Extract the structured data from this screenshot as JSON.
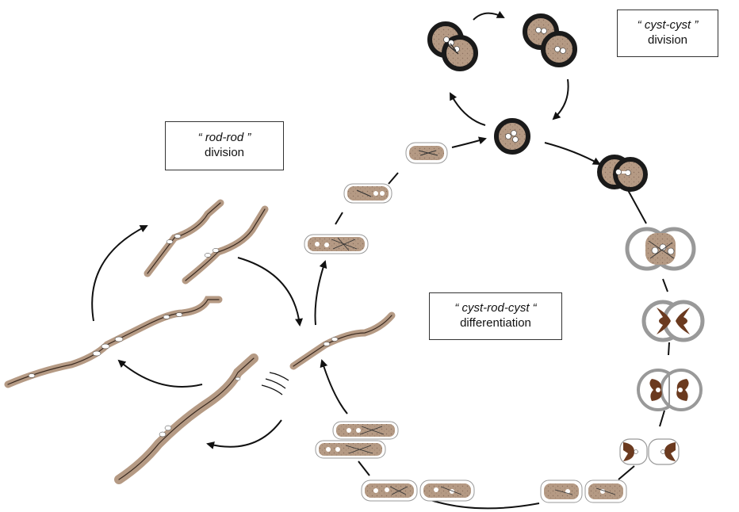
{
  "labels": {
    "rod_rod": {
      "open_quote": "“ ",
      "term": "rod-rod",
      "close_quote": " ”",
      "word": "division"
    },
    "cyst_cyst": {
      "open_quote": "“ ",
      "term": "cyst-cyst",
      "close_quote": " ”",
      "word": "division"
    },
    "cyst_rod_cyst": {
      "open_quote": "“ ",
      "term": "cyst-rod-cyst",
      "close_quote": " “",
      "word": "differentiation"
    }
  },
  "colors": {
    "cell_fill": "#b59a84",
    "cyst_wall": "#1a1a1a",
    "envelope": "#9a9a9a",
    "dark_fill": "#6b3a1f",
    "arrow": "#111111",
    "inclusion": "#ffffff"
  }
}
